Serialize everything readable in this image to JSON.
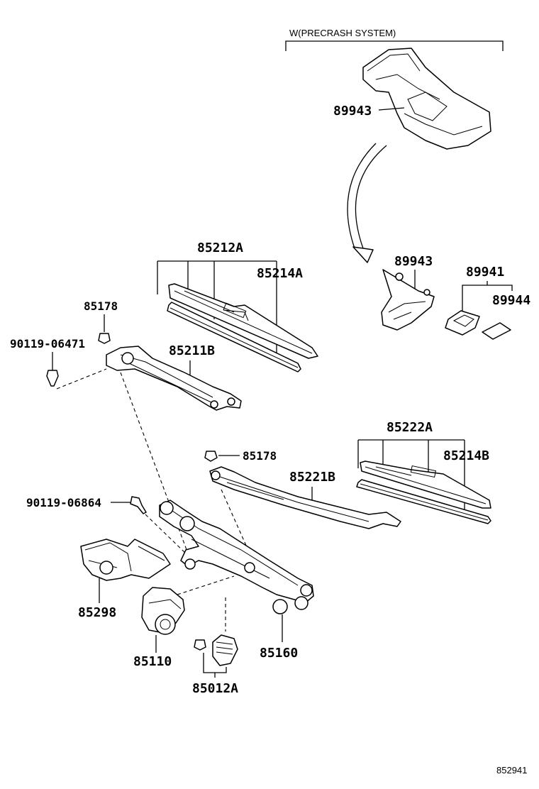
{
  "note": "W(PRECRASH SYSTEM)",
  "diagram_code": "852941",
  "labels": {
    "p89943_top": "89943",
    "p89943_mid": "89943",
    "p89941": "89941",
    "p89944": "89944",
    "p85212A": "85212A",
    "p85214A": "85214A",
    "p85178_a": "85178",
    "p90119_06471": "90119-06471",
    "p85211B": "85211B",
    "p85222A": "85222A",
    "p85178_b": "85178",
    "p85214B": "85214B",
    "p85221B": "85221B",
    "p90119_06864": "90119-06864",
    "p85298": "85298",
    "p85110": "85110",
    "p85160": "85160",
    "p85012A": "85012A"
  }
}
